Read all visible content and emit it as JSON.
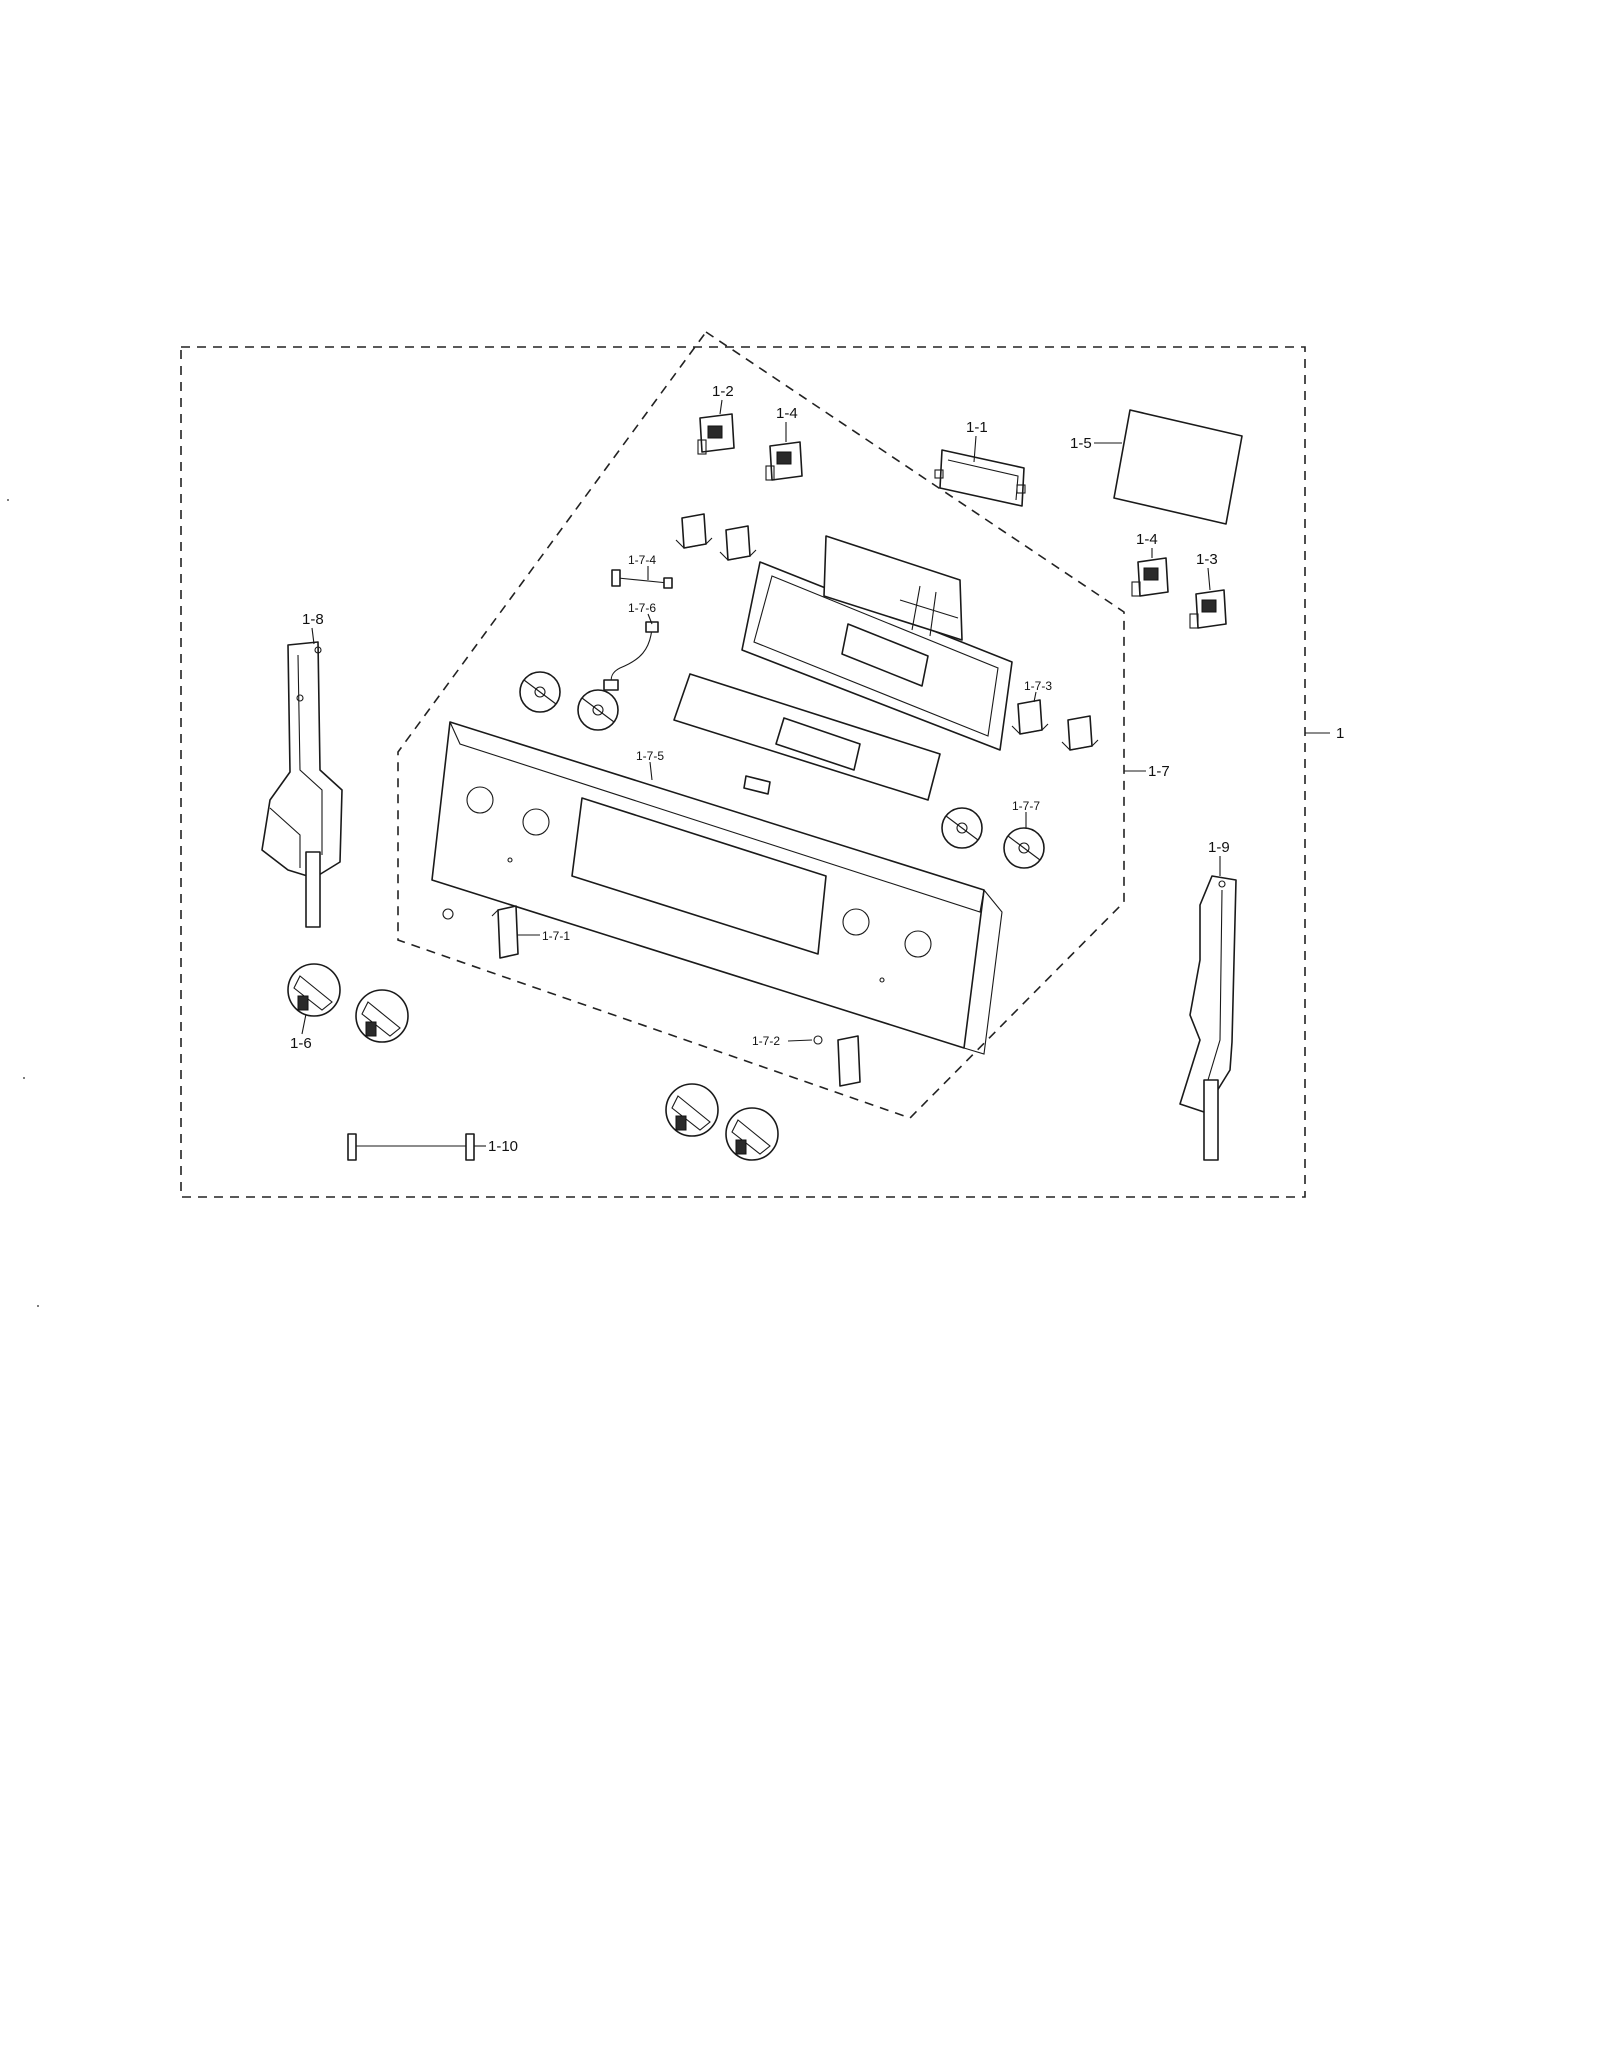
{
  "diagram": {
    "callouts": {
      "assembly": "1",
      "sub_assembly": "1-7",
      "p1_1": "1-1",
      "p1_2": "1-2",
      "p1_3": "1-3",
      "p1_4_a": "1-4",
      "p1_4_b": "1-4",
      "p1_5": "1-5",
      "p1_6": "1-6",
      "p1_8": "1-8",
      "p1_9": "1-9",
      "p1_10": "1-10",
      "p1_7_1": "1-7-1",
      "p1_7_2": "1-7-2",
      "p1_7_3": "1-7-3",
      "p1_7_4": "1-7-4",
      "p1_7_5": "1-7-5",
      "p1_7_6": "1-7-6",
      "p1_7_7": "1-7-7"
    }
  }
}
